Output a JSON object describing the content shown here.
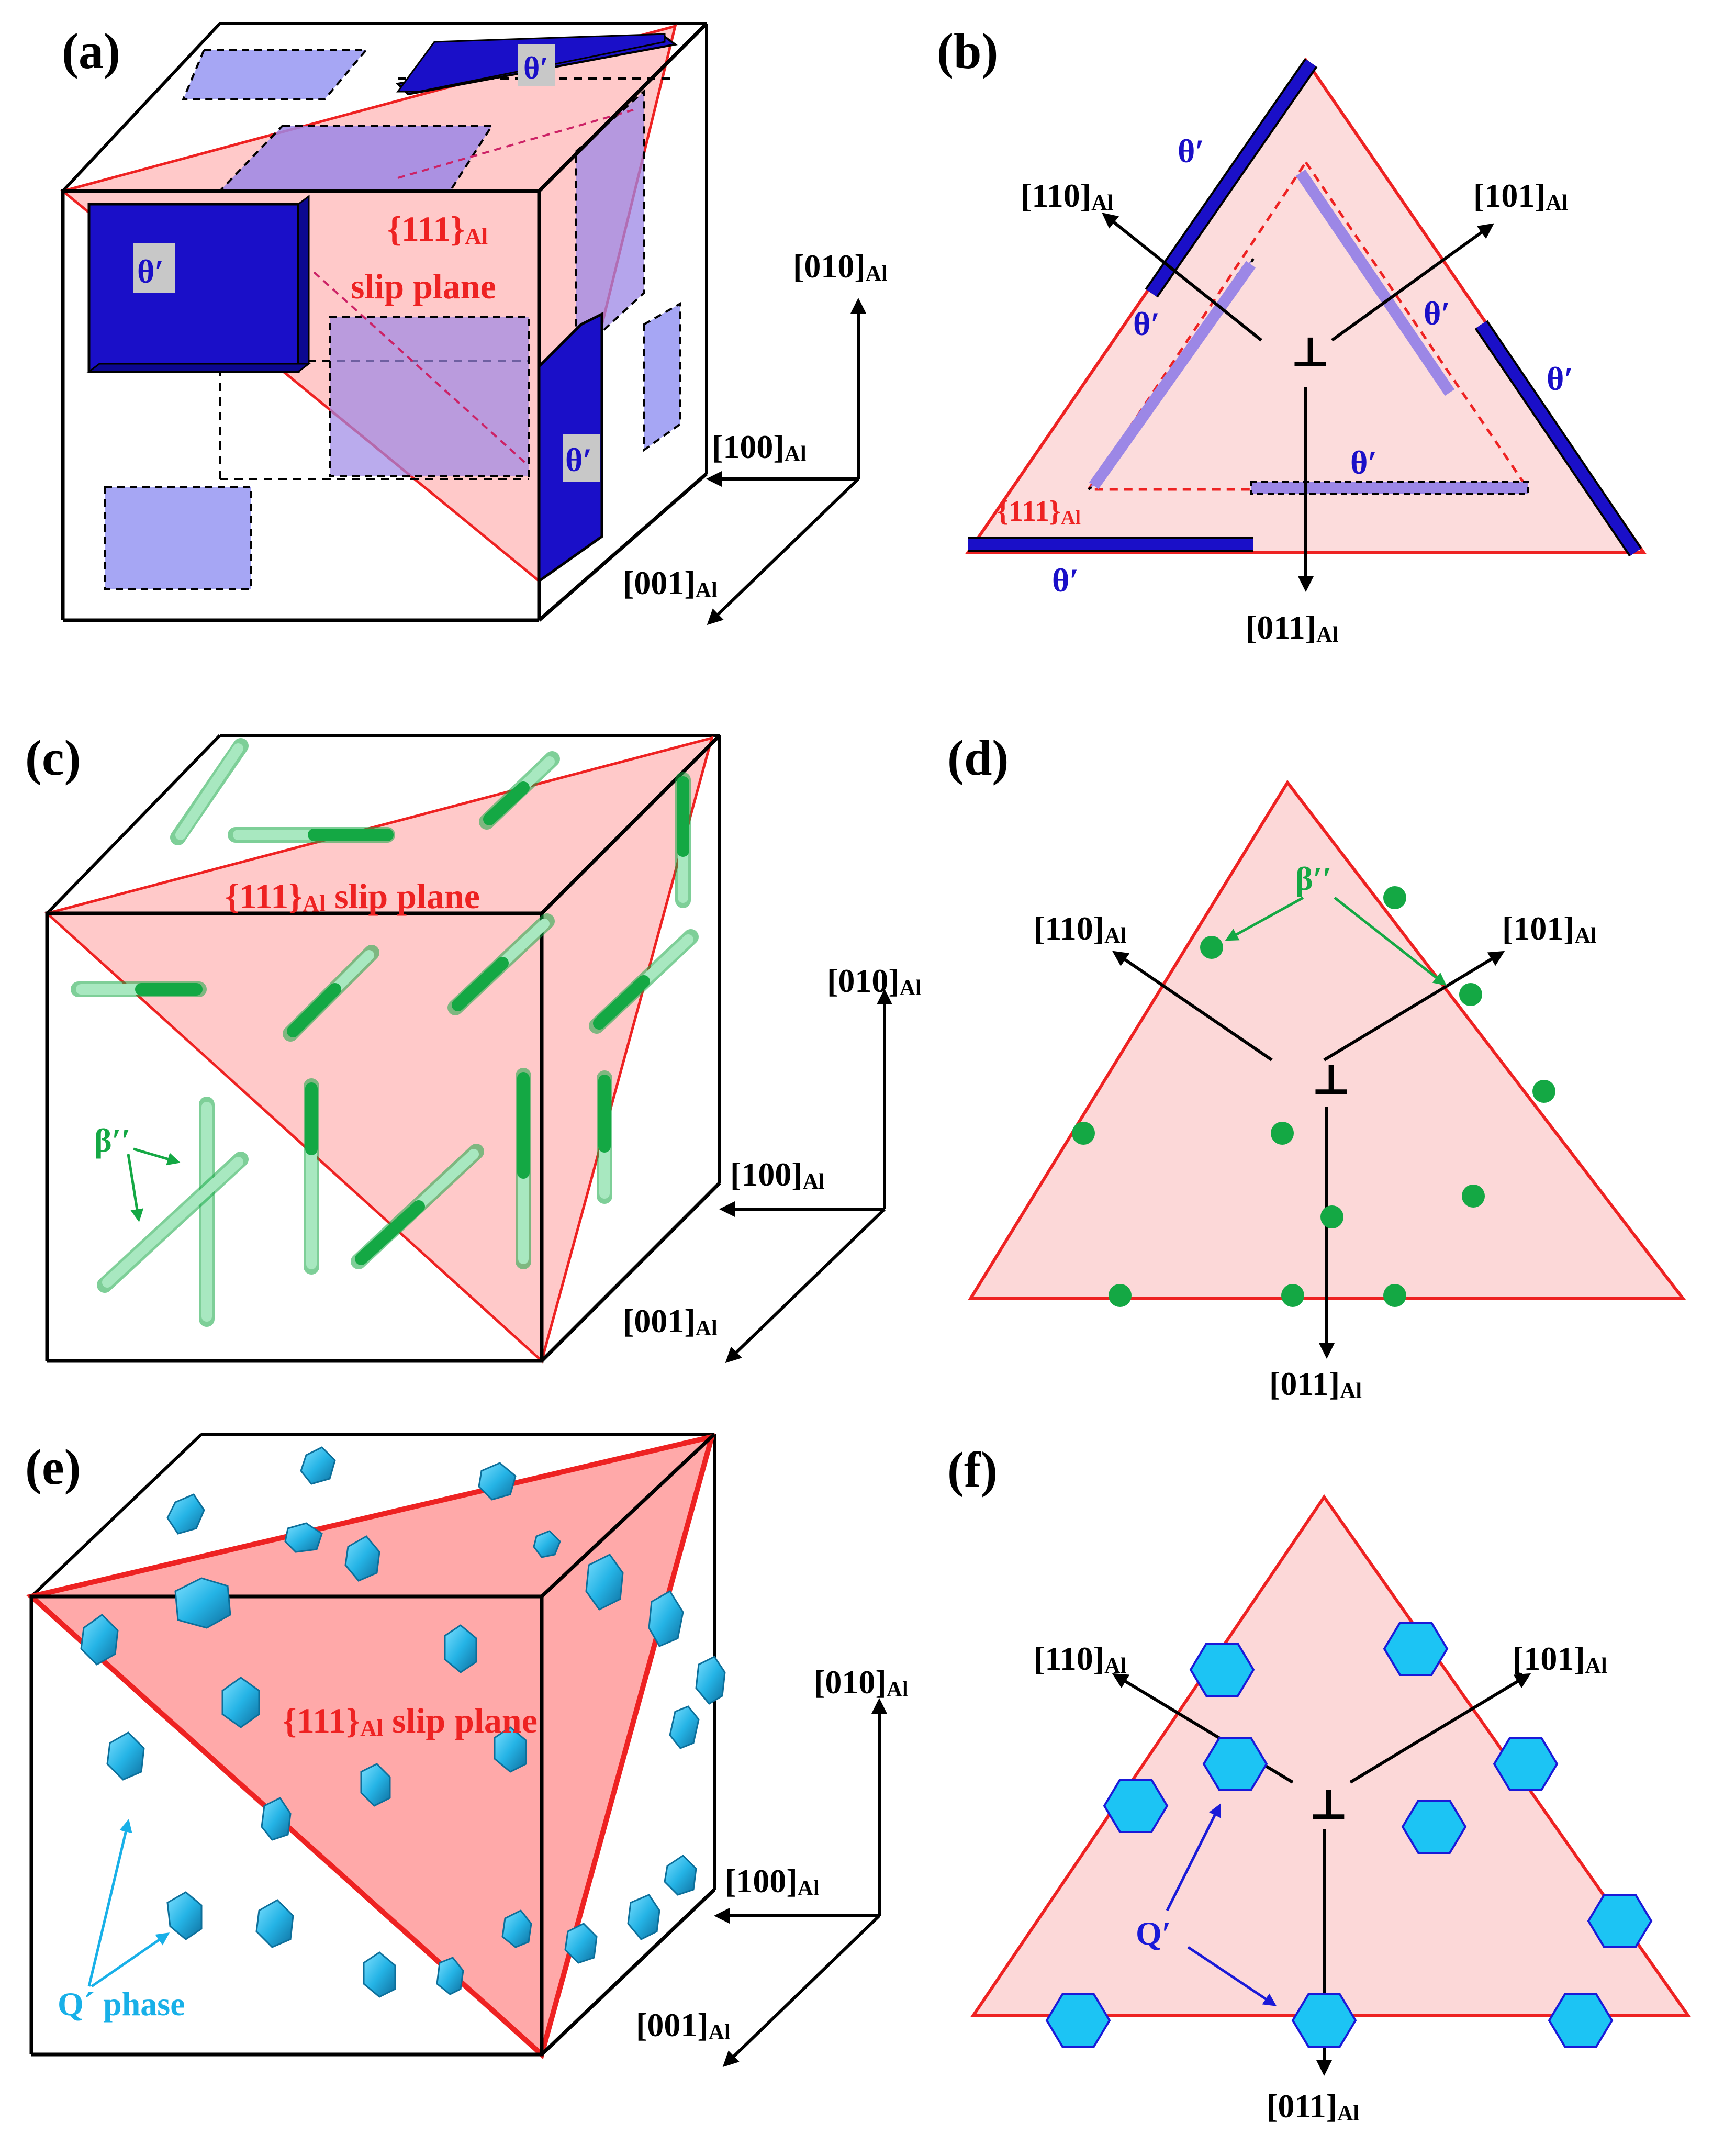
{
  "panel_labels": {
    "a": "(a)",
    "b": "(b)",
    "c": "(c)",
    "d": "(d)",
    "e": "(e)",
    "f": "(f)"
  },
  "text": {
    "theta": "θ′",
    "beta": "β′′",
    "q_prime": "Q′",
    "q_phase": "Q´ phase",
    "slip_plane_word": "slip plane",
    "perp": "⊥"
  },
  "miller": {
    "p111": "{111}",
    "d110": "[110]",
    "d101": "[101]",
    "d011": "[011]",
    "d010": "[010]",
    "d100": "[100]",
    "d001": "[001]",
    "al": "Al"
  },
  "colors": {
    "slip_red": "#ee2222",
    "slip_fill": "#ff9c9c",
    "theta_blue": "#1a0fc8",
    "theta_light": "#a6a6f4",
    "theta_purple": "#9c87e6",
    "beta_green": "#14a844",
    "beta_light": "#a8e8c0",
    "q_cyan": "#1fa8d8",
    "q_fill": "#28c8f0",
    "q_text": "#18b0e8",
    "q_prime_text": "#1a1ad8"
  }
}
